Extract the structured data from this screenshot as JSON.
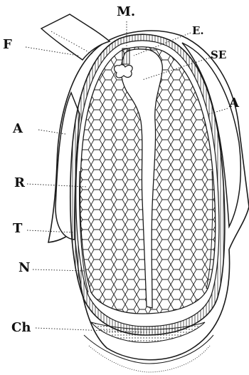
{
  "labels": {
    "micropyle": "M.",
    "funicle": "F",
    "embryo": "E.",
    "embryo_sac": "SE",
    "aril_right": "A",
    "aril_left": "A",
    "raphe": "R",
    "testa": "T",
    "nucellus": "N",
    "chalaza": "Ch"
  },
  "colors": {
    "ink": "#1a1a1a",
    "paper": "#ffffff"
  }
}
